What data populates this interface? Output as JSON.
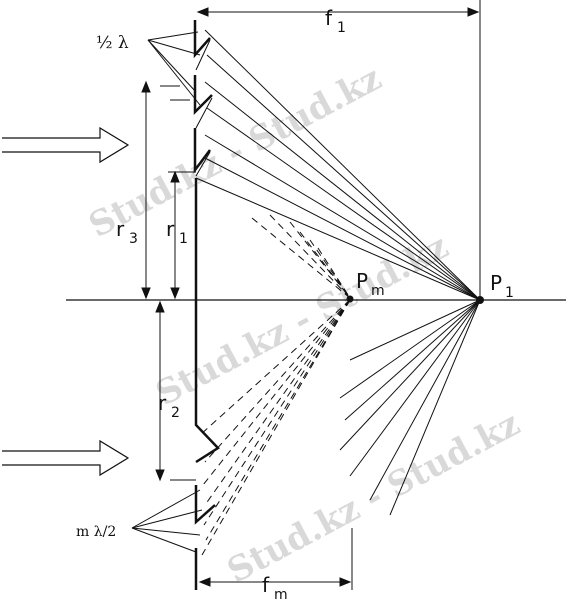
{
  "labels": {
    "half_lambda": "½ λ",
    "m_lambda_half": "m λ/2",
    "f1_base": "f",
    "f1_sub": "1",
    "fm_base": "f",
    "fm_sub": "m",
    "r1_base": "r",
    "r1_sub": "1",
    "r2_base": "r",
    "r2_sub": "2",
    "r3_base": "r",
    "r3_sub": "3",
    "p1_base": "P",
    "p1_sub": "1",
    "pm_base": "P",
    "pm_sub": "m"
  },
  "watermark": {
    "text_upper": "Stud.kz - Stud.kz",
    "text_mid": "Stud.kz - Stud.kz",
    "text_lower": "Stud.kz - Stud.kz"
  },
  "colors": {
    "ink": "#111111",
    "watermark": "#d9d9d9"
  }
}
